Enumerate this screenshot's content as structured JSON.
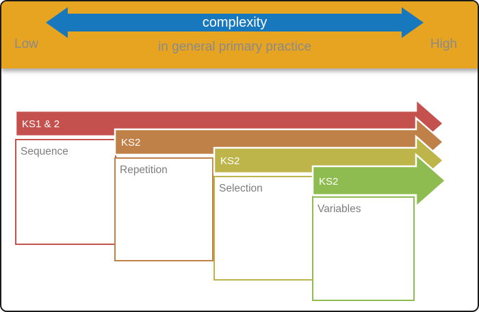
{
  "banner": {
    "title": "complexity",
    "subtitle": "in general primary practice",
    "left_label": "Low",
    "right_label": "High",
    "bg_color": "#E7A421",
    "arrow_color": "#1878BE",
    "title_color": "#FFFFFF",
    "text_color": "#8A8A8A"
  },
  "diagram": {
    "stage_text_color": "#FFFFFF",
    "concept_text_color": "#7D7D7D",
    "units": [
      {
        "stage": "KS1 & 2",
        "concept": "Sequence",
        "color": "#C4514E"
      },
      {
        "stage": "KS2",
        "concept": "Repetition",
        "color": "#C08149"
      },
      {
        "stage": "KS2",
        "concept": "Selection",
        "color": "#BDB44A"
      },
      {
        "stage": "KS2",
        "concept": "Variables",
        "color": "#8FBC51"
      }
    ]
  }
}
